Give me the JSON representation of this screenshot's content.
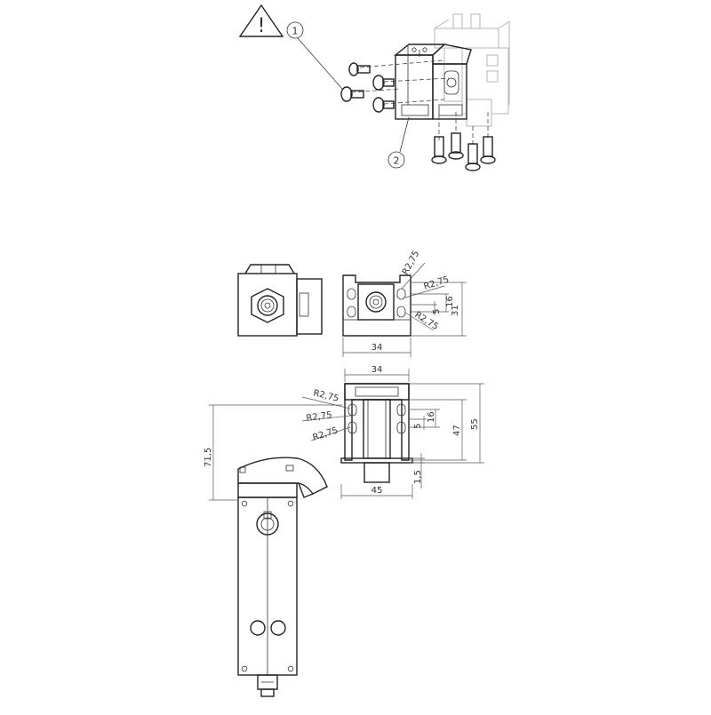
{
  "callouts": {
    "one": "1",
    "two": "2"
  },
  "warning_symbol": "!",
  "icons": {
    "warning": "warning-triangle-icon"
  },
  "colors": {
    "line": "#222222",
    "ghost": "#b5b5b5",
    "text": "#333333"
  },
  "dims": {
    "top_r1": "R2,75",
    "top_r2": "R2,75",
    "top_r3": "R2,75",
    "top_v16": "16",
    "top_v5": "5",
    "top_v31": "31",
    "top_w34": "34",
    "front_w34": "34",
    "front_r1": "R2,75",
    "front_r2": "R2,75",
    "front_r3": "R2,75",
    "front_v16": "16",
    "front_v5": "5",
    "front_v47": "47",
    "front_v55": "55",
    "front_v15": "1,5",
    "front_w45": "45",
    "side_v715": "71,5"
  }
}
